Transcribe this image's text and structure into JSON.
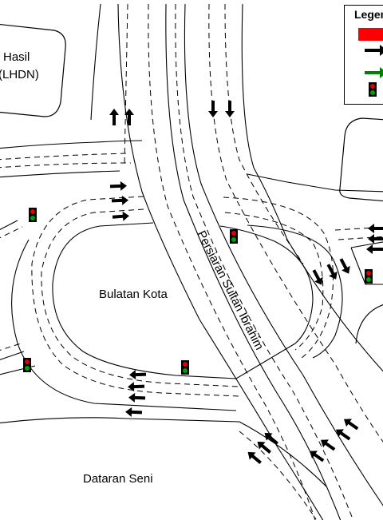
{
  "labels": {
    "building_top": "Hasil",
    "building_top_sub": "(LHDN)",
    "roundabout": "Bulatan Kota",
    "area_bottom": "Dataran Seni",
    "street": "Persiaran Sultan Ibrahim"
  },
  "legend": {
    "title": "Legend",
    "items": [
      {
        "symbol": "red-rectangle-icon",
        "color": "#ff0000"
      },
      {
        "symbol": "black-arrow-icon",
        "color": "#000000"
      },
      {
        "symbol": "green-arrow-icon",
        "color": "#008000"
      },
      {
        "symbol": "traffic-light-icon",
        "color": "#ff0000"
      }
    ]
  },
  "colors": {
    "road_line": "#000000",
    "light_red": "#e00000",
    "light_green": "#00a000",
    "light_body": "#000000"
  }
}
